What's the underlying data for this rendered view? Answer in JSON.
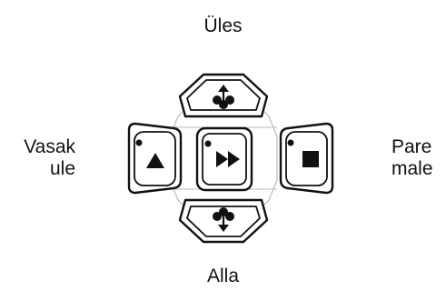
{
  "labels": {
    "up": "Üles",
    "down": "Alla",
    "left_line1": "Vasak",
    "left_line2": "ule",
    "right_line1": "Pare",
    "right_line2": "male"
  },
  "buttons": {
    "up": {
      "icon": "up-arrow-clover-icon"
    },
    "down": {
      "icon": "down-arrow-clover-icon"
    },
    "left": {
      "icon": "triangle-icon"
    },
    "center": {
      "icon": "fast-forward-icon"
    },
    "right": {
      "icon": "square-icon"
    }
  },
  "colors": {
    "ink": "#111111",
    "paper": "#ffffff"
  }
}
